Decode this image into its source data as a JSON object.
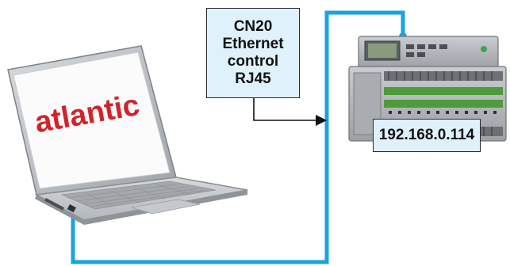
{
  "laptop": {
    "brand_logo": "atlantic",
    "logo_color": "#d2232a"
  },
  "port_label": {
    "lines": [
      "CN20",
      "Ethernet",
      "control",
      "RJ45"
    ]
  },
  "controller": {
    "ip_address": "192.168.0.114"
  },
  "colors": {
    "cable": "#1aa3e0",
    "label_fill": "#dff1fb",
    "arrow": "#111111",
    "chassis": "#b8bcc0",
    "terminal_green": "#4f9a3a"
  }
}
